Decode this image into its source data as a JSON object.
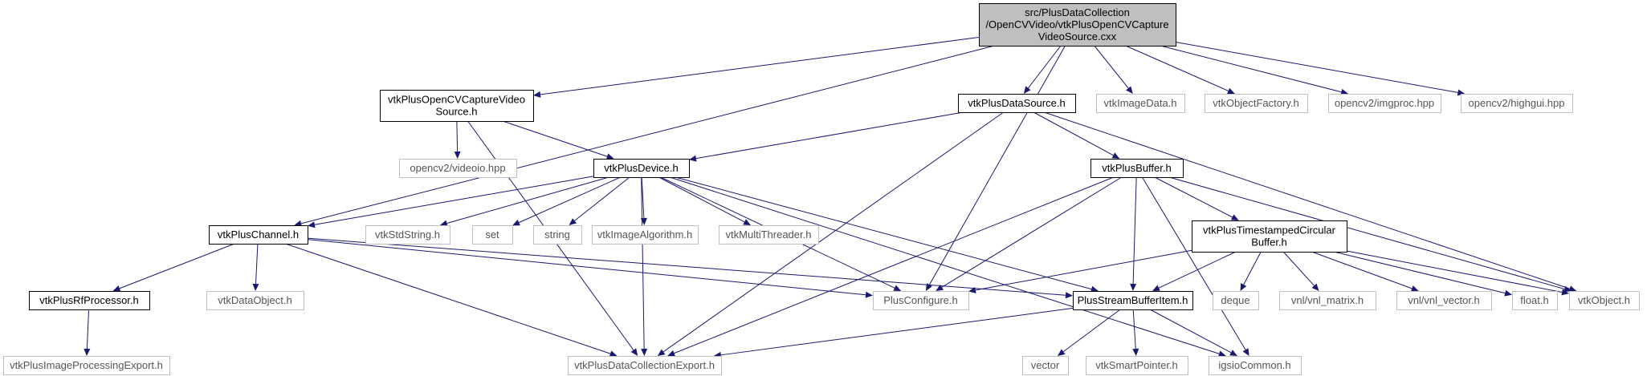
{
  "colors": {
    "edge": "#191970",
    "root_fill": "#bfbfbf",
    "external_border": "#bfbfbf"
  },
  "nodes": [
    {
      "id": "root",
      "kind": "root",
      "lines": [
        "src/PlusDataCollection",
        "/OpenCVVideo/vtkPlusOpenCVCapture",
        "VideoSource.cxx"
      ]
    },
    {
      "id": "cap_h",
      "kind": "doc",
      "lines": [
        "vtkPlusOpenCVCaptureVideo",
        "Source.h"
      ]
    },
    {
      "id": "datasource",
      "kind": "doc",
      "lines": [
        "vtkPlusDataSource.h"
      ]
    },
    {
      "id": "imagedata",
      "kind": "ext",
      "lines": [
        "vtkImageData.h"
      ]
    },
    {
      "id": "objfactory",
      "kind": "ext",
      "lines": [
        "vtkObjectFactory.h"
      ]
    },
    {
      "id": "imgproc",
      "kind": "ext",
      "lines": [
        "opencv2/imgproc.hpp"
      ]
    },
    {
      "id": "highgui",
      "kind": "ext",
      "lines": [
        "opencv2/highgui.hpp"
      ]
    },
    {
      "id": "videoio",
      "kind": "ext",
      "lines": [
        "opencv2/videoio.hpp"
      ]
    },
    {
      "id": "device",
      "kind": "doc",
      "lines": [
        "vtkPlusDevice.h"
      ]
    },
    {
      "id": "buffer",
      "kind": "doc",
      "lines": [
        "vtkPlusBuffer.h"
      ]
    },
    {
      "id": "channel",
      "kind": "doc",
      "lines": [
        "vtkPlusChannel.h"
      ]
    },
    {
      "id": "stdstring",
      "kind": "ext",
      "lines": [
        "vtkStdString.h"
      ]
    },
    {
      "id": "set",
      "kind": "ext",
      "lines": [
        "set"
      ]
    },
    {
      "id": "string",
      "kind": "ext",
      "lines": [
        "string"
      ]
    },
    {
      "id": "imgalgo",
      "kind": "ext",
      "lines": [
        "vtkImageAlgorithm.h"
      ]
    },
    {
      "id": "multithreader",
      "kind": "ext",
      "lines": [
        "vtkMultiThreader.h"
      ]
    },
    {
      "id": "tscb",
      "kind": "doc",
      "lines": [
        "vtkPlusTimestampedCircular",
        "Buffer.h"
      ]
    },
    {
      "id": "rfproc",
      "kind": "doc",
      "lines": [
        "vtkPlusRfProcessor.h"
      ]
    },
    {
      "id": "dataobject",
      "kind": "ext",
      "lines": [
        "vtkDataObject.h"
      ]
    },
    {
      "id": "plusconfigure",
      "kind": "ext",
      "lines": [
        "PlusConfigure.h"
      ]
    },
    {
      "id": "streambufitem",
      "kind": "doc",
      "lines": [
        "PlusStreamBufferItem.h"
      ]
    },
    {
      "id": "deque",
      "kind": "ext",
      "lines": [
        "deque"
      ]
    },
    {
      "id": "vnlmatrix",
      "kind": "ext",
      "lines": [
        "vnl/vnl_matrix.h"
      ]
    },
    {
      "id": "vnlvector",
      "kind": "ext",
      "lines": [
        "vnl/vnl_vector.h"
      ]
    },
    {
      "id": "float",
      "kind": "ext",
      "lines": [
        "float.h"
      ]
    },
    {
      "id": "vtkobject",
      "kind": "ext",
      "lines": [
        "vtkObject.h"
      ]
    },
    {
      "id": "imgprocexport",
      "kind": "ext",
      "lines": [
        "vtkPlusImageProcessingExport.h"
      ]
    },
    {
      "id": "dcexport",
      "kind": "ext",
      "lines": [
        "vtkPlusDataCollectionExport.h"
      ]
    },
    {
      "id": "vector",
      "kind": "ext",
      "lines": [
        "vector"
      ]
    },
    {
      "id": "smartptr",
      "kind": "ext",
      "lines": [
        "vtkSmartPointer.h"
      ]
    },
    {
      "id": "igsiocommon",
      "kind": "ext",
      "lines": [
        "igsioCommon.h"
      ]
    }
  ],
  "edges": [
    [
      "root",
      "cap_h"
    ],
    [
      "root",
      "channel"
    ],
    [
      "root",
      "plusconfigure"
    ],
    [
      "root",
      "datasource"
    ],
    [
      "root",
      "imagedata"
    ],
    [
      "root",
      "objfactory"
    ],
    [
      "root",
      "imgproc"
    ],
    [
      "root",
      "highgui"
    ],
    [
      "cap_h",
      "videoio"
    ],
    [
      "cap_h",
      "device"
    ],
    [
      "cap_h",
      "dcexport"
    ],
    [
      "datasource",
      "device"
    ],
    [
      "datasource",
      "buffer"
    ],
    [
      "datasource",
      "dcexport"
    ],
    [
      "datasource",
      "vtkobject"
    ],
    [
      "device",
      "channel"
    ],
    [
      "device",
      "stdstring"
    ],
    [
      "device",
      "set"
    ],
    [
      "device",
      "string"
    ],
    [
      "device",
      "imgalgo"
    ],
    [
      "device",
      "multithreader"
    ],
    [
      "device",
      "plusconfigure"
    ],
    [
      "device",
      "streambufitem"
    ],
    [
      "device",
      "dcexport"
    ],
    [
      "device",
      "igsiocommon"
    ],
    [
      "buffer",
      "tscb"
    ],
    [
      "buffer",
      "plusconfigure"
    ],
    [
      "buffer",
      "streambufitem"
    ],
    [
      "buffer",
      "dcexport"
    ],
    [
      "buffer",
      "vtkobject"
    ],
    [
      "buffer",
      "igsiocommon"
    ],
    [
      "channel",
      "rfproc"
    ],
    [
      "channel",
      "dataobject"
    ],
    [
      "channel",
      "plusconfigure"
    ],
    [
      "channel",
      "streambufitem"
    ],
    [
      "channel",
      "dcexport"
    ],
    [
      "tscb",
      "plusconfigure"
    ],
    [
      "tscb",
      "streambufitem"
    ],
    [
      "tscb",
      "deque"
    ],
    [
      "tscb",
      "vnlmatrix"
    ],
    [
      "tscb",
      "vnlvector"
    ],
    [
      "tscb",
      "float"
    ],
    [
      "tscb",
      "vtkobject"
    ],
    [
      "rfproc",
      "imgprocexport"
    ],
    [
      "streambufitem",
      "dcexport"
    ],
    [
      "streambufitem",
      "vector"
    ],
    [
      "streambufitem",
      "smartptr"
    ],
    [
      "streambufitem",
      "igsiocommon"
    ]
  ]
}
